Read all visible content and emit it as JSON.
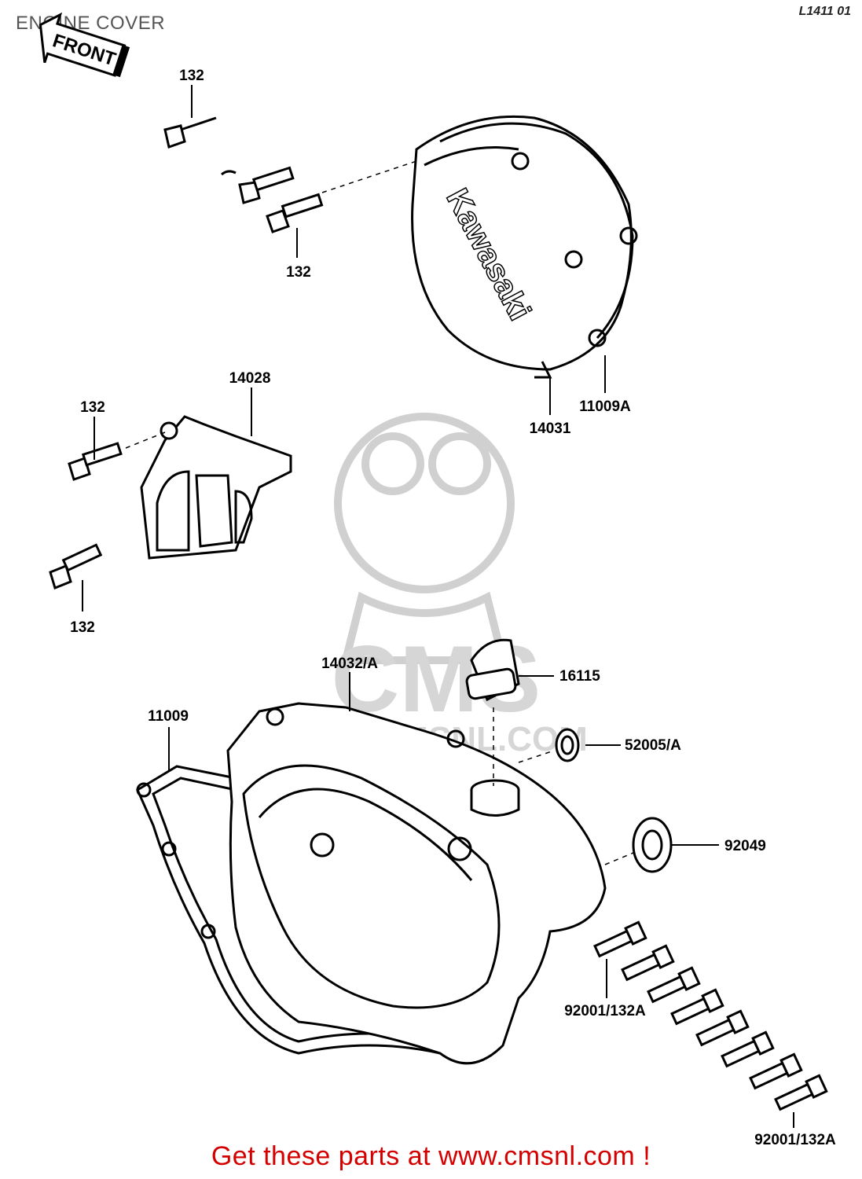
{
  "header": {
    "title": "ENGINE COVER",
    "drawing_code": "L1411 01"
  },
  "front_arrow": {
    "label": "FRONT"
  },
  "cover_logo": {
    "text": "Kawasaki"
  },
  "watermark": {
    "brand": "CMS",
    "url": "WWW.CMSNL.COM"
  },
  "parts": {
    "p132_top": "132",
    "p132_mid": "132",
    "p132_left_top": "132",
    "p132_left_bottom": "132",
    "p14028": "14028",
    "p14031": "14031",
    "p11009A": "11009A",
    "p14032A": "14032/A",
    "p16115": "16115",
    "p11009": "11009",
    "p52005A": "52005/A",
    "p92049": "92049",
    "p92001_132A_a": "92001/132A",
    "p92001_132A_b": "92001/132A"
  },
  "footer": {
    "text": "Get these parts at www.cmsnl.com !"
  },
  "colors": {
    "line": "#000000",
    "footer": "#d40000",
    "watermark": "#c8c8c8"
  }
}
